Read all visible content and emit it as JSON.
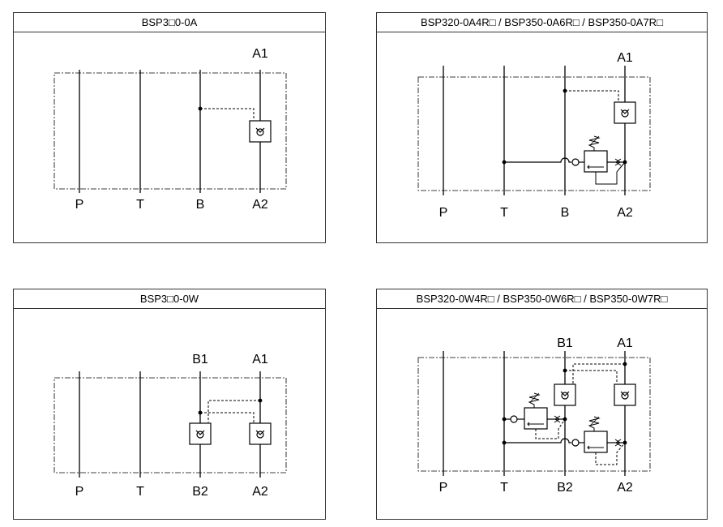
{
  "panels": [
    {
      "title": "BSP3□0-0A",
      "ports": {
        "A1": "A1",
        "P": "P",
        "T": "T",
        "B": "B",
        "A2": "A2"
      }
    },
    {
      "title": "BSP320-0A4R□ / BSP350-0A6R□ / BSP350-0A7R□",
      "ports": {
        "A1": "A1",
        "P": "P",
        "T": "T",
        "B": "B",
        "A2": "A2"
      }
    },
    {
      "title": "BSP3□0-0W",
      "ports": {
        "B1": "B1",
        "A1": "A1",
        "P": "P",
        "T": "T",
        "B2": "B2",
        "A2": "A2"
      }
    },
    {
      "title": "BSP320-0W4R□ / BSP350-0W6R□ / BSP350-0W7R□",
      "ports": {
        "B1": "B1",
        "A1": "A1",
        "P": "P",
        "T": "T",
        "B2": "B2",
        "A2": "A2"
      }
    }
  ],
  "line_color": "#000000",
  "border_color": "#333333"
}
